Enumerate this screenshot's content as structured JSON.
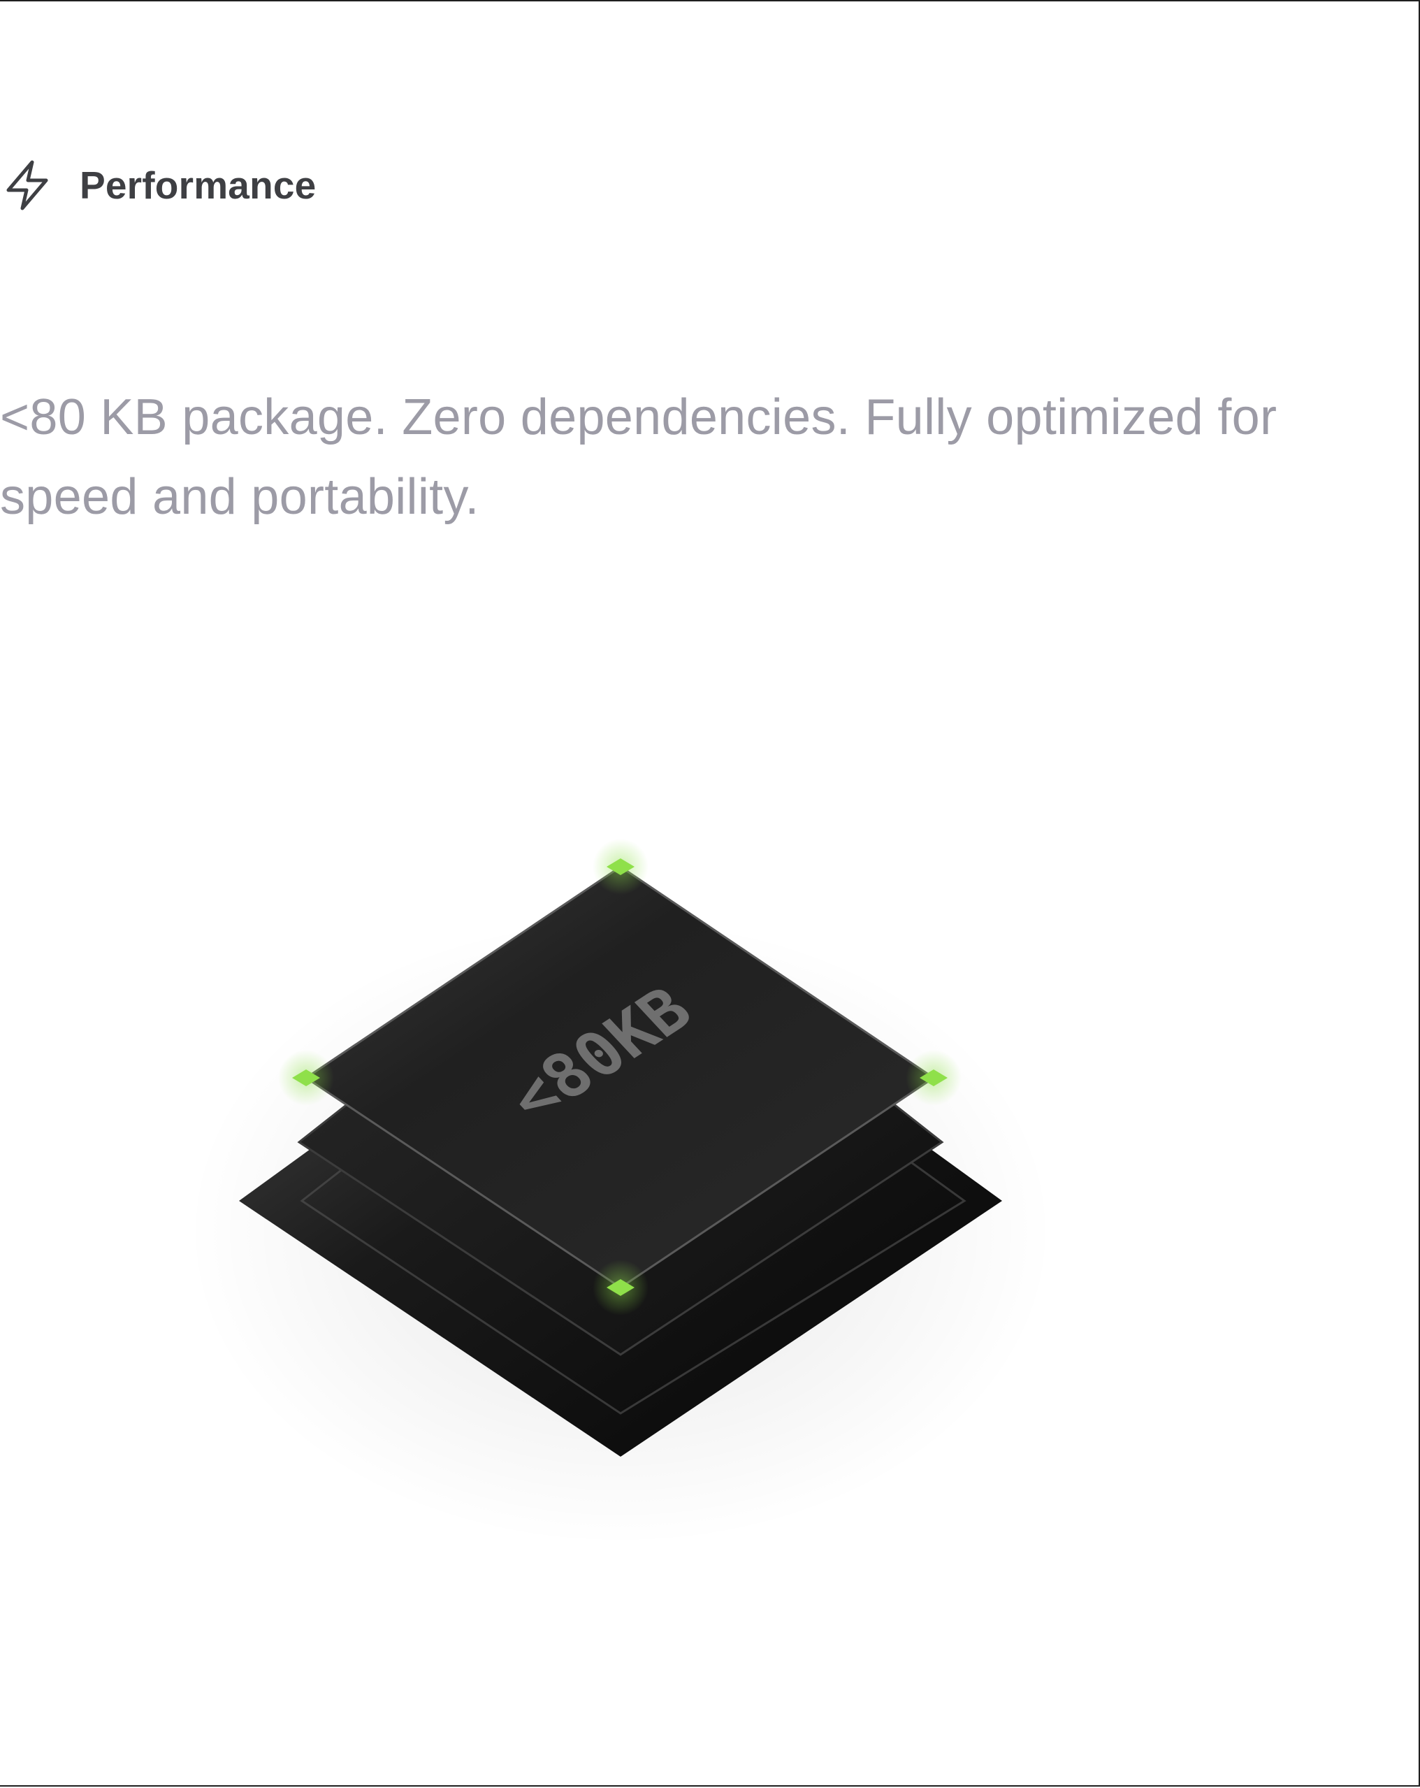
{
  "feature": {
    "icon": "lightning-bolt-icon",
    "label": "Performance",
    "title": "",
    "description": "<80 KB package. Zero dependencies. Fully optimized for speed and portability."
  },
  "illustration": {
    "chip_label": "<80KB",
    "accent_color": "#8fe04a",
    "layer_color": "#1a1a1a"
  }
}
